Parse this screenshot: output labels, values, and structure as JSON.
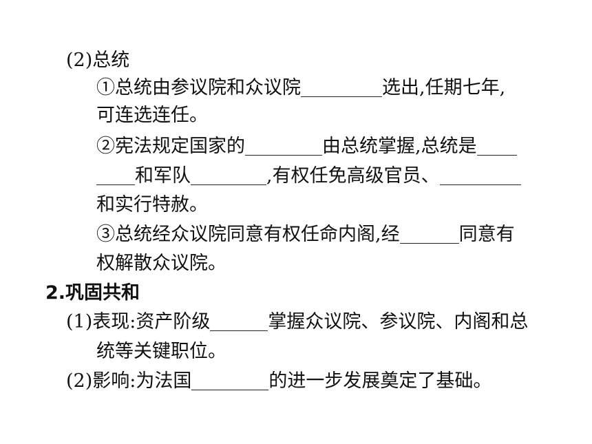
{
  "section_2_2": {
    "heading": "(2)总统",
    "item1": {
      "part_a": "①总统由参议院和众议院",
      "part_b": "选出,任期七年,",
      "line2": "可连选连任。"
    },
    "item2": {
      "part_a": "②宪法规定国家的",
      "part_b": "由总统掌握,总统是",
      "line2_part_a": "和军队",
      "line2_part_b": ",有权任免高级官员、",
      "line3": "和实行特赦。"
    },
    "item3": {
      "part_a": "③总统经众议院同意有权任命内阁,经",
      "part_b": "同意有",
      "line2": "权解散众议院。"
    }
  },
  "section_2": {
    "title": "2.巩固共和",
    "item1": {
      "part_a": "(1)表现:资产阶级",
      "part_b": "掌握众议院、参议院、内阁和总",
      "line2": "统等关键职位。"
    },
    "item2": {
      "part_a": "(2)影响:为法国",
      "part_b": "的进一步发展奠定了基础。"
    }
  }
}
